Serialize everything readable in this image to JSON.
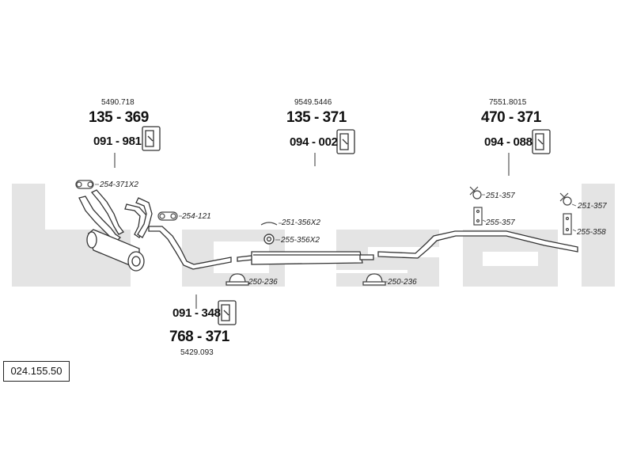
{
  "diagram": {
    "watermark": "bosal",
    "colors": {
      "watermark": "#e2e2e2",
      "line": "#333333",
      "part": "#555555"
    },
    "groups": [
      {
        "ref": "5490.718",
        "main": "135 - 369",
        "sub": "091 - 981",
        "icon": "hanger-bracket-icon"
      },
      {
        "ref": "9549.5446",
        "main": "135 - 371",
        "sub": "094 - 002",
        "icon": "hanger-bracket-icon"
      },
      {
        "ref": "7551.8015",
        "main": "470 - 371",
        "sub": "094 - 088",
        "icon": "hanger-bracket-icon"
      },
      {
        "ref": "5429.093",
        "main": "768 - 371",
        "sub": "091 - 348",
        "icon": "hanger-bracket-icon"
      }
    ],
    "parts": {
      "p254_371": "254-371X2",
      "p254_121": "254-121",
      "p251_356": "251-356X2",
      "p255_356": "255-356X2",
      "p250_236_a": "250-236",
      "p250_236_b": "250-236",
      "p251_357_a": "251-357",
      "p251_357_b": "251-357",
      "p255_357": "255-357",
      "p255_358": "255-358"
    },
    "code": "024.155.50"
  }
}
